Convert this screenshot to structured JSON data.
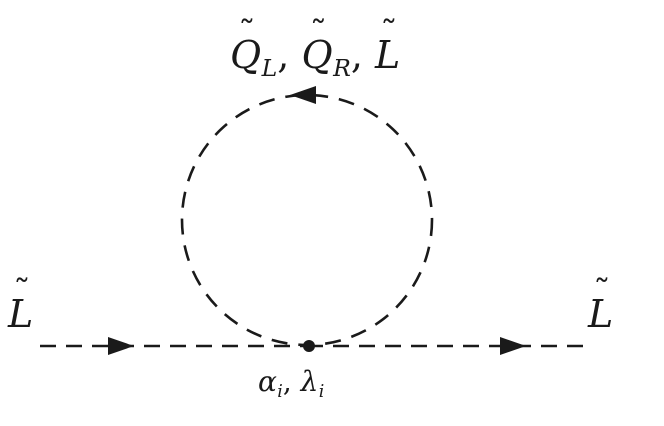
{
  "diagram": {
    "loop_label": {
      "q": "Q",
      "l_sub": "L",
      "r_sub": "R",
      "sep": ",",
      "lepton": "L"
    },
    "in_label": "L",
    "out_label": "L",
    "vertex_label": {
      "alpha": "α",
      "lambda": "λ",
      "sub": "i",
      "sep": ","
    },
    "line_color": "#1a1a1a"
  }
}
